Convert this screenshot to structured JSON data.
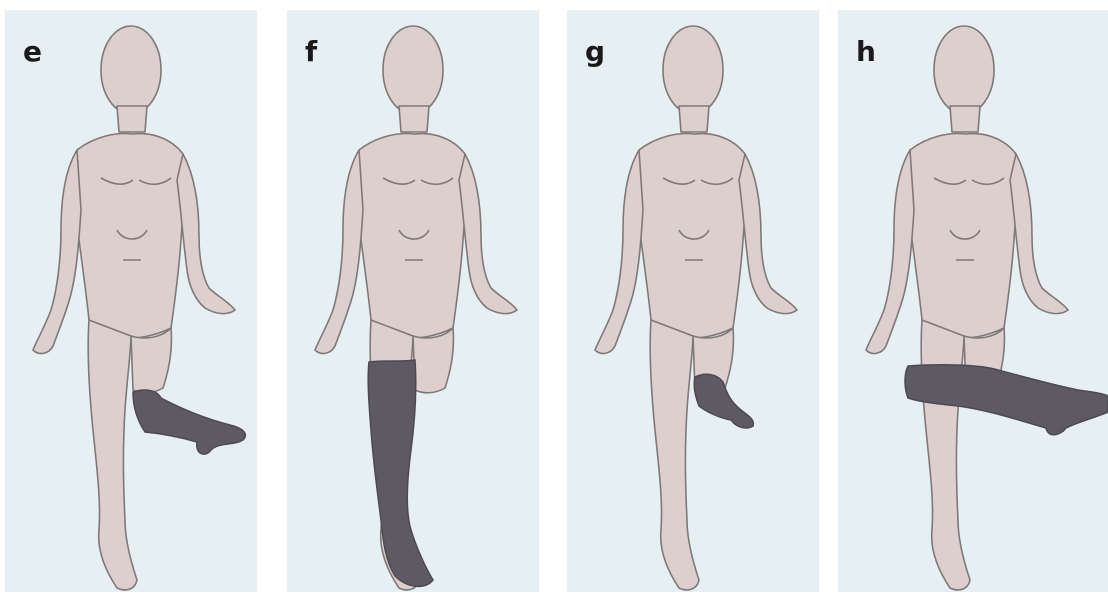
{
  "colors": {
    "panel_bg": "#e6f0f2",
    "skin": "#ddcfcd",
    "outline": "#7f7879",
    "shade": "#5e5a64"
  },
  "panels": [
    {
      "label": "e",
      "region": "stocking-and-lower-leg-of-left-limb"
    },
    {
      "label": "f",
      "region": "entire-right-limb-below-groin"
    },
    {
      "label": "g",
      "region": "foot-and-ankle-of-left-limb"
    },
    {
      "label": "h",
      "region": "entire-left-limb-below-hip"
    }
  ]
}
